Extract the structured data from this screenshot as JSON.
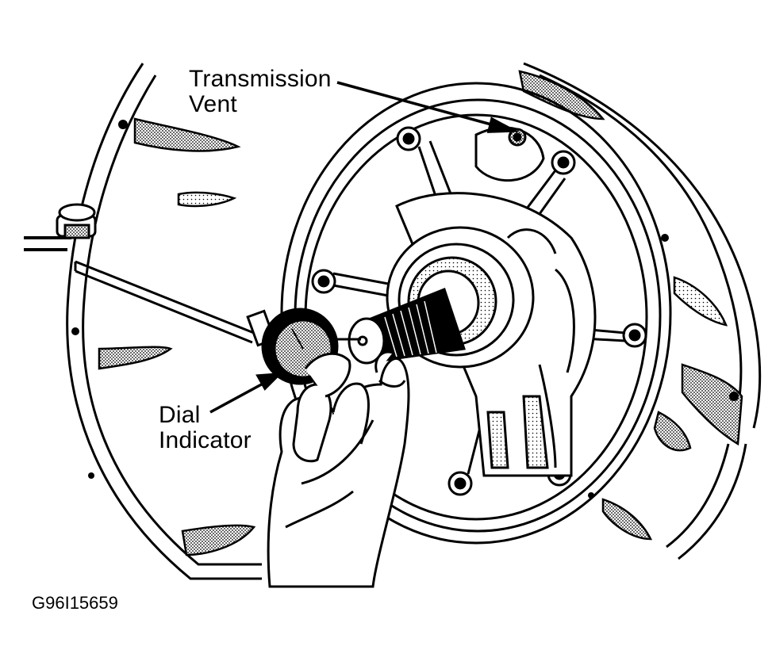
{
  "callouts": {
    "transmission_vent": [
      "Transmission",
      "Vent"
    ],
    "dial_indicator": [
      "Dial",
      "Indicator"
    ]
  },
  "figure_id": "G96I15659",
  "colors": {
    "ink": "#000000",
    "paper": "#ffffff",
    "shading": "#9a9a9a"
  }
}
